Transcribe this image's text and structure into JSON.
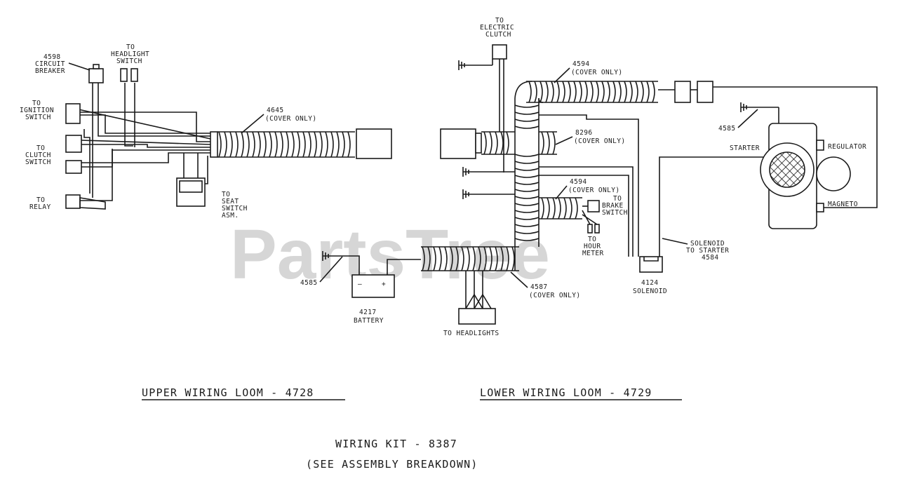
{
  "watermark": "PartsTree",
  "titles": {
    "upper_loom": "UPPER WIRING LOOM - 4728",
    "lower_loom": "LOWER WIRING LOOM - 4729",
    "kit_line1": "WIRING KIT - 8387",
    "kit_line2": "(SEE ASSEMBLY BREAKDOWN)"
  },
  "labels": {
    "circuit_breaker_num": "4598",
    "circuit_breaker_l1": "CIRCUIT",
    "circuit_breaker_l2": "BREAKER",
    "headlight_switch_l1": "TO",
    "headlight_switch_l2": "HEADLIGHT",
    "headlight_switch_l3": "SWITCH",
    "ignition_l1": "TO",
    "ignition_l2": "IGNITION",
    "ignition_l3": "SWITCH",
    "clutch_l1": "TO",
    "clutch_l2": "CLUTCH",
    "clutch_l3": "SWITCH",
    "relay_l1": "TO",
    "relay_l2": "RELAY",
    "upper_cover_num": "4645",
    "upper_cover_note": "(COVER ONLY)",
    "seat_l1": "TO",
    "seat_l2": "SEAT",
    "seat_l3": "SWITCH",
    "seat_l4": "ASM.",
    "ground_left_num": "4585",
    "battery_num": "4217",
    "battery_name": "BATTERY",
    "battery_minus": "–",
    "battery_plus": "+",
    "headlights": "TO HEADLIGHTS",
    "lower_cover_num": "4587",
    "lower_cover_note": "(COVER ONLY)",
    "elec_clutch_l1": "TO",
    "elec_clutch_l2": "ELECTRIC",
    "elec_clutch_l3": "CLUTCH",
    "top_cover_num": "4594",
    "top_cover_note": "(COVER ONLY)",
    "mid_cover_num": "8296",
    "mid_cover_note": "(COVER ONLY)",
    "brake_cover_num": "4594",
    "brake_cover_note": "(COVER ONLY)",
    "brake_l1": "TO",
    "brake_l2": "BRAKE",
    "brake_l3": "SWITCH",
    "hour_l1": "TO",
    "hour_l2": "HOUR",
    "hour_l3": "METER",
    "solenoid_starter_l1": "SOLENOID",
    "solenoid_starter_l2": "TO STARTER",
    "solenoid_starter_l3": "4584",
    "solenoid_num": "4124",
    "solenoid_name": "SOLENOID",
    "ground_right_num": "4585",
    "starter": "STARTER",
    "regulator": "REGULATOR",
    "magneto": "MAGNETO"
  }
}
